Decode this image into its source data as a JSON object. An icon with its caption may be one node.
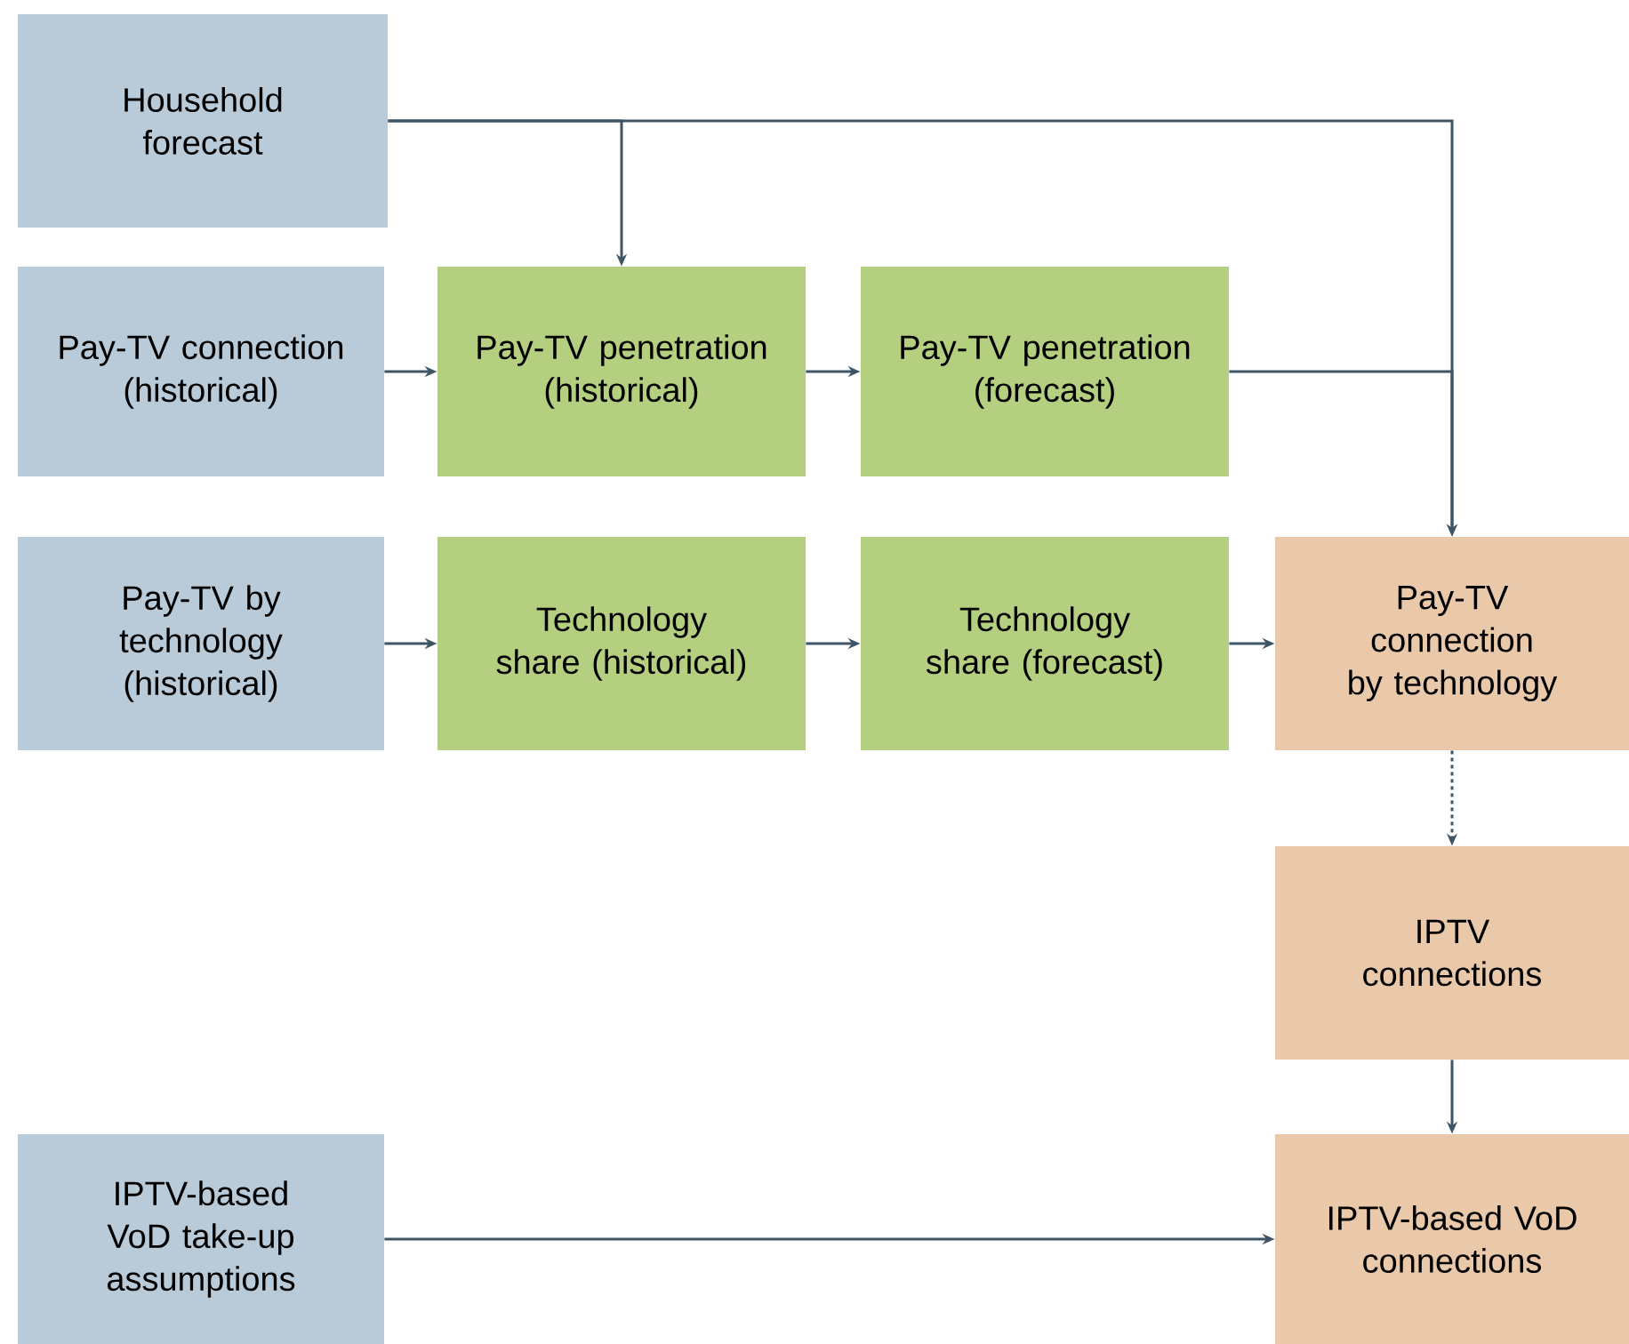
{
  "diagram": {
    "nodes": [
      {
        "text": [
          "Household forecast"
        ]
      },
      {
        "text": [
          "Pay-TV connection (historical)"
        ]
      },
      {
        "text": [
          "Pay-TV penetration (historical)"
        ]
      },
      {
        "text": [
          "Pay-TV penetration (forecast)"
        ]
      },
      {
        "text": [
          "Pay-TV by technology (historical)"
        ]
      },
      {
        "text": [
          "Technology share (historical)"
        ]
      },
      {
        "text": [
          "Technology share (forecast)"
        ]
      },
      {
        "text": [
          "Pay-TV connection by technology"
        ]
      },
      {
        "text": [
          "IPTV connections"
        ]
      },
      {
        "text": [
          "IPTV-based VoD take-up assumptions"
        ]
      },
      {
        "text": [
          "IPTV-based VoD connections"
        ]
      }
    ],
    "edges": [
      {
        "from": 0,
        "to": 2,
        "arrow": "to"
      },
      {
        "from": 0,
        "to": 7,
        "arrow": "to"
      },
      {
        "from": 1,
        "to": 2,
        "arrow": "to"
      },
      {
        "from": 2,
        "to": 3,
        "arrow": "to"
      },
      {
        "from": 3,
        "to": 7,
        "arrow": "to"
      },
      {
        "from": 4,
        "to": 5,
        "arrow": "to"
      },
      {
        "from": 5,
        "to": 6,
        "arrow": "to"
      },
      {
        "from": 6,
        "to": 7,
        "arrow": "to"
      },
      {
        "from": 7,
        "to": 8,
        "arrow": "to",
        "style": "dashed"
      },
      {
        "from": 8,
        "to": 10,
        "arrow": "to"
      },
      {
        "from": 9,
        "to": 10,
        "arrow": "to"
      }
    ]
  }
}
